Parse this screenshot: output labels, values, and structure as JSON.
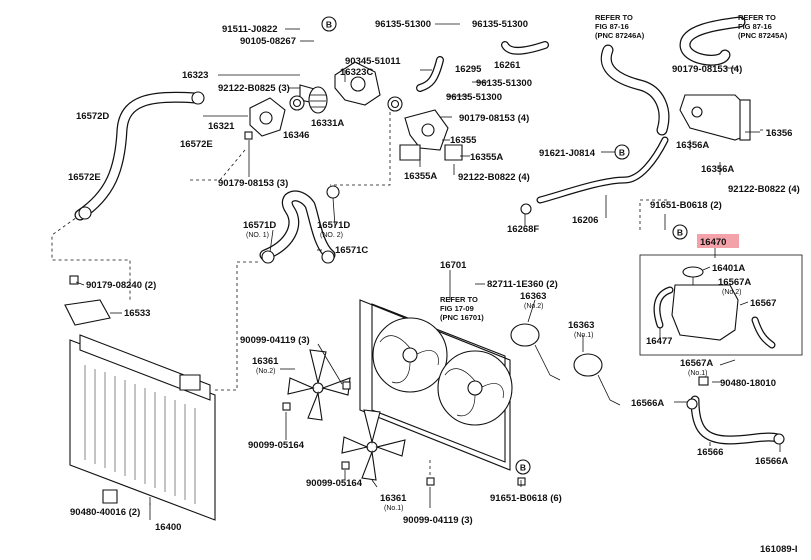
{
  "diagram_id": "161089-I",
  "refs": {
    "fig_87_16_a": [
      "REFER TO",
      "FIG 87-16",
      "(PNC 87246A)"
    ],
    "fig_87_16_b": [
      "REFER TO",
      "FIG 87-16",
      "(PNC 87245A)"
    ],
    "fig_17_09": [
      "REFER TO",
      "FIG 17-09",
      "(PNC 16701)"
    ]
  },
  "labels": {
    "p91511": "91511-J0822",
    "p90105": "90105-08267",
    "p16323": "16323",
    "p92122a": "92122-B0825 (3)",
    "p16572d": "16572D",
    "p16321": "16321",
    "p16331a": "16331A",
    "p16346": "16346",
    "p16572e": "16572E",
    "p90179a": "90179-08153 (3)",
    "p16572e_b": "16572E",
    "p96135a": "96135-51300",
    "p90345": "90345-51011",
    "p16323c": "16323C",
    "p16295": "16295",
    "p96135b": "96135-51300",
    "p16261": "16261",
    "p96135c": "96135-51300",
    "p96135d": "96135-51300",
    "p90179b": "90179-08153 (4)",
    "p16355": "16355",
    "p16355a1": "16355A",
    "p16355a2": "16355A",
    "p92122b": "92122-B0822 (4)",
    "p91621": "91621-J0814",
    "p16206": "16206",
    "p16268f": "16268F",
    "p90179c": "90179-08153 (4)",
    "p16356": "16356",
    "p16356a1": "16356A",
    "p16356a2": "16356A",
    "p92122c": "92122-B0822 (4)",
    "p91651a": "91651-B0618 (2)",
    "p16470": "16470",
    "p16401a": "16401A",
    "p16567a_top": "16567A",
    "no2_a": "(No.2)",
    "p16567": "16567",
    "p16477": "16477",
    "p16567a_bot": "16567A",
    "no1_a": "(No.1)",
    "p90480b": "90480-18010",
    "p16566a1": "16566A",
    "p16566": "16566",
    "p16566a2": "16566A",
    "p16571d_1": "16571D",
    "no1_b": "(NO. 1)",
    "p16571d_2": "16571D",
    "no2_b": "(NO. 2)",
    "p16571c": "16571C",
    "p16701": "16701",
    "p82711": "82711-1E360 (2)",
    "p16363a": "16363",
    "no2_c": "(No.2)",
    "p16363b": "16363",
    "no1_c": "(No.1)",
    "p90179d": "90179-08240 (2)",
    "p16533": "16533",
    "p90099a": "90099-04119 (3)",
    "p16361a": "16361",
    "no2_d": "(No.2)",
    "p90099b": "90099-05164",
    "p90099c": "90099-05164",
    "p16361b": "16361",
    "no1_d": "(No.1)",
    "p90099d": "90099-04119 (3)",
    "p91651b": "91651-B0618 (6)",
    "p90480a": "90480-40016 (2)",
    "p16400": "16400"
  },
  "markers": {
    "b": "B"
  },
  "colors": {
    "line": "#111111",
    "highlight": "#f3a2aa",
    "background": "#ffffff"
  }
}
